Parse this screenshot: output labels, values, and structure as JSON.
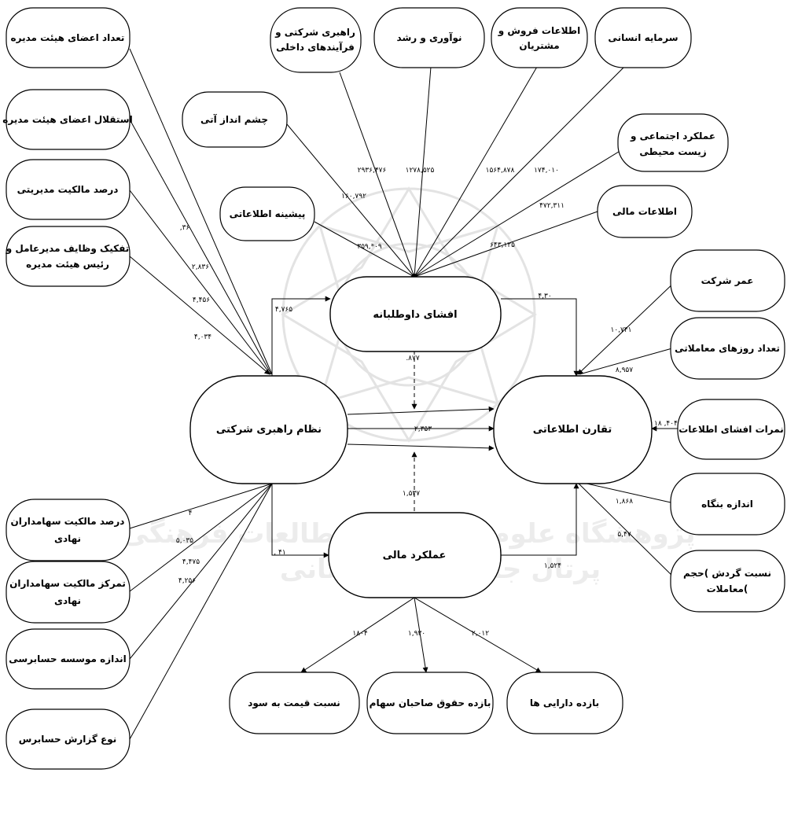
{
  "nodes": {
    "board_size": "تعداد اعضای هیئت مدیره",
    "board_independence": "استقلال اعضای هیئت مدیره",
    "managerial_ownership": "درصد مالکیت مدیریتی",
    "ceo_duality": [
      "تفکیک وظایف مدیرعامل و",
      "رئیس هیئت مدیره"
    ],
    "info_background": "پیشینه اطلاعاتی",
    "future_vision": "چشم انداز آتی",
    "governance_processes": [
      "راهبری شرکتی و",
      "فرآیندهای داخلی"
    ],
    "innovation": "نوآوری و رشد",
    "sales_customers": [
      "اطلاعات فروش و",
      "مشتریان"
    ],
    "human_capital": "سرمایه انسانی",
    "social_env": [
      "عملکرد اجتماعی و",
      "زیست محیطی"
    ],
    "financial_info": "اطلاعات مالی",
    "firm_age": "عمر شرکت",
    "trading_days": "تعداد روزهای معاملاتی",
    "disclosure_scores": "نمرات افشای اطلاعات",
    "firm_size": "اندازه بنگاه",
    "turnover": [
      "نسبت گردش )حجم",
      "معاملات("
    ],
    "institutional_ownership": [
      "درصد مالکیت سهامداران",
      "نهادی"
    ],
    "institutional_concentration": [
      "تمرکز مالکیت سهامداران",
      "نهادی"
    ],
    "auditor_size": "اندازه موسسه حسابرسی",
    "audit_report": "نوع گزارش حسابرس",
    "pe_ratio": "نسبت قیمت به سود",
    "roe": "بازده حقوق صاحبان سهام",
    "roa": "بازده دارایی ها",
    "voluntary_disclosure": "افشای داوطلبانه",
    "corporate_governance": "نظام راهبری شرکتی",
    "info_symmetry": "تقارن اطلاعاتی",
    "financial_performance": "عملکرد مالی"
  },
  "coefficients": {
    "board_size": ",۳۶",
    "board_independence": "۲,۸۳۶",
    "managerial_ownership": "۴,۴۵۶",
    "ceo_duality": "۴,۰۳۴",
    "info_background": "۳۵۹,*۰۹",
    "future_vision": "۱۶۰,۷۹۲",
    "governance_processes": "۲۹۳۶,۴۷۶",
    "innovation": "۱۲۷۸,۵۲۵",
    "sales_customers": "۱۵۶۴,۸۷۸",
    "human_capital": "۱۷۴,۰۱۰",
    "social_env": "۴۷۲,۳۱۱",
    "financial_info": "۶۴۳,۱۲۵",
    "firm_age": "۱۰,۷۴۱",
    "trading_days": "۸,۹۵۷",
    "disclosure_scores": "۱۸ ,۴۰۴",
    "firm_size": "۱,۸۶۸",
    "turnover": "۵,۴۷",
    "institutional_ownership": "۴",
    "institutional_concentration": "۵,۰۳۵",
    "auditor_size": "۴,۴۷۵",
    "audit_report": "۴,۲۵۶",
    "pe_ratio": "۱۸۰۴",
    "roe": "۱,۹۳۰",
    "roa": "۲,۰۱۲",
    "cg_to_vd": "۴,۷۶۵",
    "vd_to_is": "۴,۳۰",
    "vd_to_is_dashed": ".۸۷۷",
    "cg_to_is": "۲,۳۵۳",
    "fp_to_is_dashed": "۱,۵۳۷",
    "cg_to_fp": ", ۴۱",
    "fp_to_is": "۱,۵۲۴"
  },
  "watermark": {
    "line1": "پژوهشگاه علوم انسانی و مطالعات فرهنگی",
    "line2": "پرتال جامع علوم انسانی"
  }
}
